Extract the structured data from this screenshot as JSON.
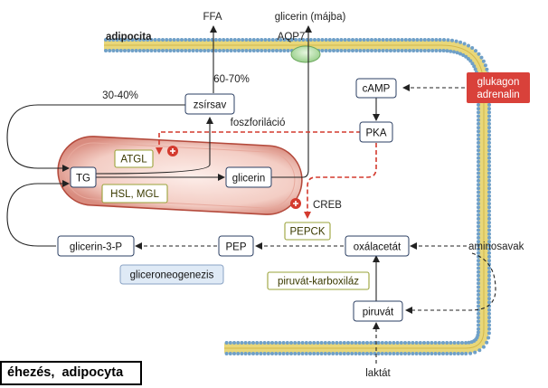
{
  "labels": {
    "cell": "adipocita",
    "ffa": "FFA",
    "glycerol_out": "glicerin (májba)",
    "aqp7": "AQP7",
    "pct_upper": "60-70%",
    "pct_lower": "30-40%",
    "phosphorylation": "foszforiláció",
    "creb": "CREB",
    "aminoacids": "aminosavak",
    "lactate": "laktát"
  },
  "boxes": {
    "zsirsav": "zsírsav",
    "tg": "TG",
    "glicerin": "glicerin",
    "camp": "cAMP",
    "pka": "PKA",
    "glicerin3p": "glicerin-3-P",
    "pep": "PEP",
    "oxalacetat": "oxálacetát",
    "piruvat": "piruvát",
    "gluconeogenesis": "gliceroneogenezis"
  },
  "enzymes": {
    "atgl": "ATGL",
    "hsl_mgl": "HSL, MGL",
    "pepck": "PEPCK",
    "pc": "piruvát-karboxiláz"
  },
  "hormones": {
    "line1": "glukagon",
    "line2": "adrenalin"
  },
  "caption": "éhezés,  adipocyta",
  "colors": {
    "membrane_heads": "#6fa0c8",
    "membrane_tails": "#e8d77a",
    "hormone_box": "#d9413a",
    "activation": "#d43a2e",
    "droplet": "#f1cbc2",
    "enzyme_border": "#9aa33a",
    "aqp7_channel": "#b9e0b0"
  }
}
